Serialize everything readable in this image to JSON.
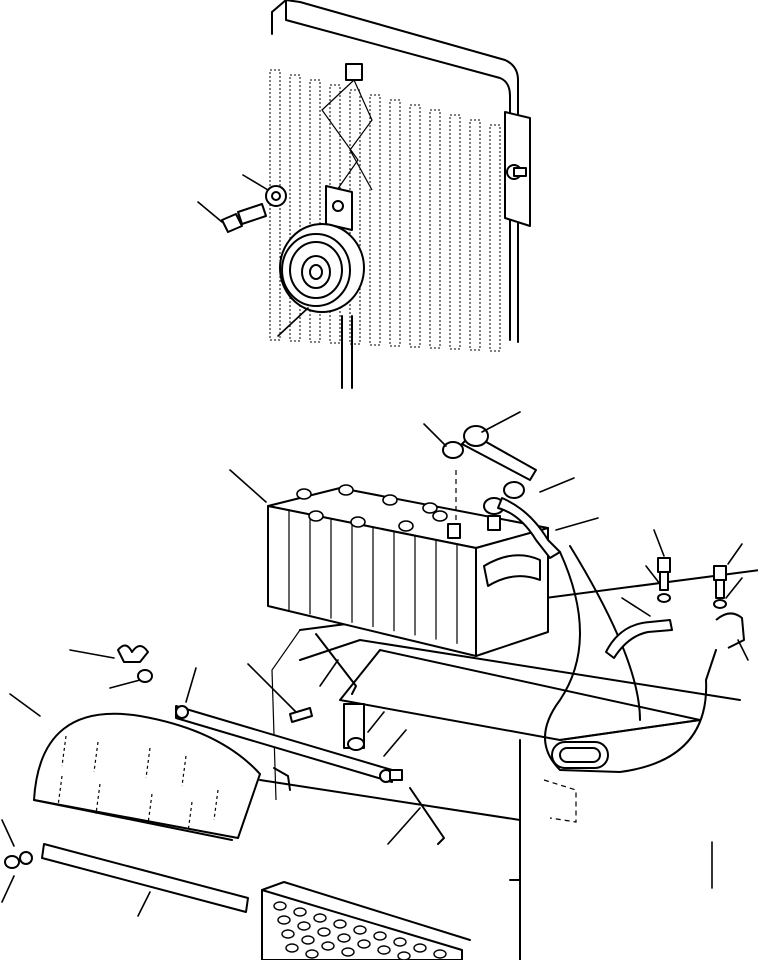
{
  "figure": {
    "type": "exploded-parts-diagram",
    "assemblies": [
      "horn-assembly",
      "battery-assembly"
    ],
    "callout_labels": []
  }
}
